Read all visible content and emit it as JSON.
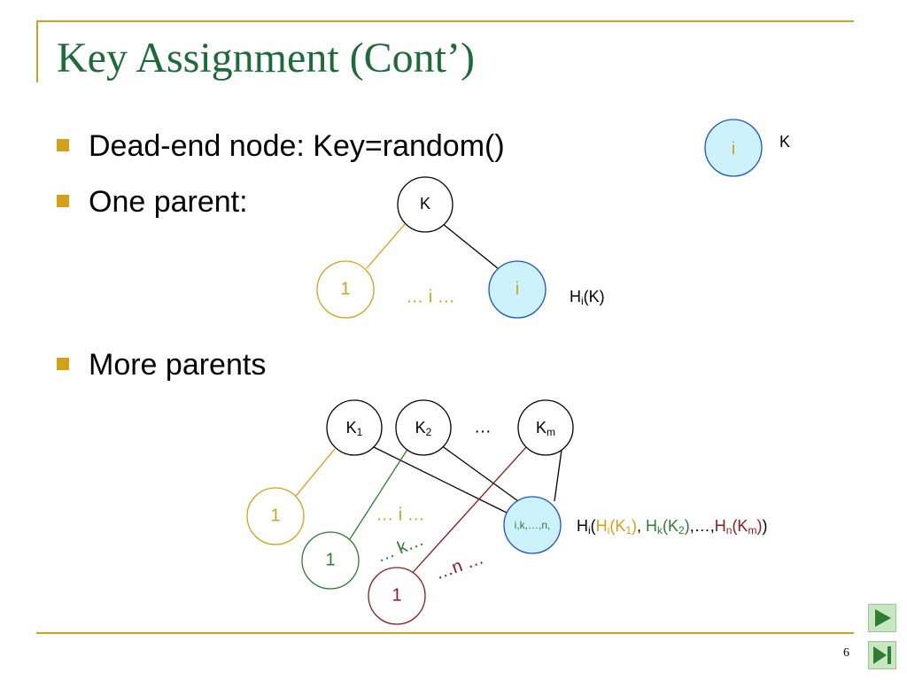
{
  "title": "Key Assignment (Cont’)",
  "bullets": [
    "Dead-end node: Key=random()",
    "One parent:",
    "More parents"
  ],
  "page_number": "6",
  "colors": {
    "title": "#1e6b3a",
    "frame": "#c9a227",
    "bullet": "#d4a017",
    "gold": "#d4a017",
    "green": "#2e7d32",
    "darkred": "#8b1a1a",
    "blue": "#1f4fd1",
    "nodefill": "#ccf2fb",
    "nav": "#c8e6c0",
    "navarrow": "#2e7d32"
  },
  "diagram1": {
    "node_label": "i",
    "key_label": "K"
  },
  "diagram2": {
    "parent_label": "K",
    "child1_label": "1",
    "child_i_label": "i",
    "ellipsis": "… i …",
    "hash_base": "H",
    "hash_sub": "i",
    "hash_arg": "(K)"
  },
  "diagram3": {
    "k1_base": "K",
    "k1_sub": "1",
    "k2_base": "K",
    "k2_sub": "2",
    "dots": "…",
    "km_base": "K",
    "km_sub": "m",
    "child1_label": "1",
    "child2_label": "1",
    "child3_label": "1",
    "target_label": "i,k,…,n,",
    "ellipsis_i": "… i …",
    "ellipsis_k": "… k…",
    "ellipsis_n": "…n …",
    "formula": {
      "p1": "H",
      "p1_sub": "i",
      "p2": "(",
      "g1": "H",
      "g1_sub": "i",
      "g2": "(K",
      "g2_sub": "1",
      "g3": ")",
      "c1": ", ",
      "h1": "H",
      "h1_sub": "k",
      "h2": "(K",
      "h2_sub": "2",
      "h3": ")",
      "c2": ",…,",
      "r1": "H",
      "r1_sub": "n",
      "r2": "(K",
      "r2_sub": "m",
      "r3": ")",
      "c3": ")"
    }
  }
}
